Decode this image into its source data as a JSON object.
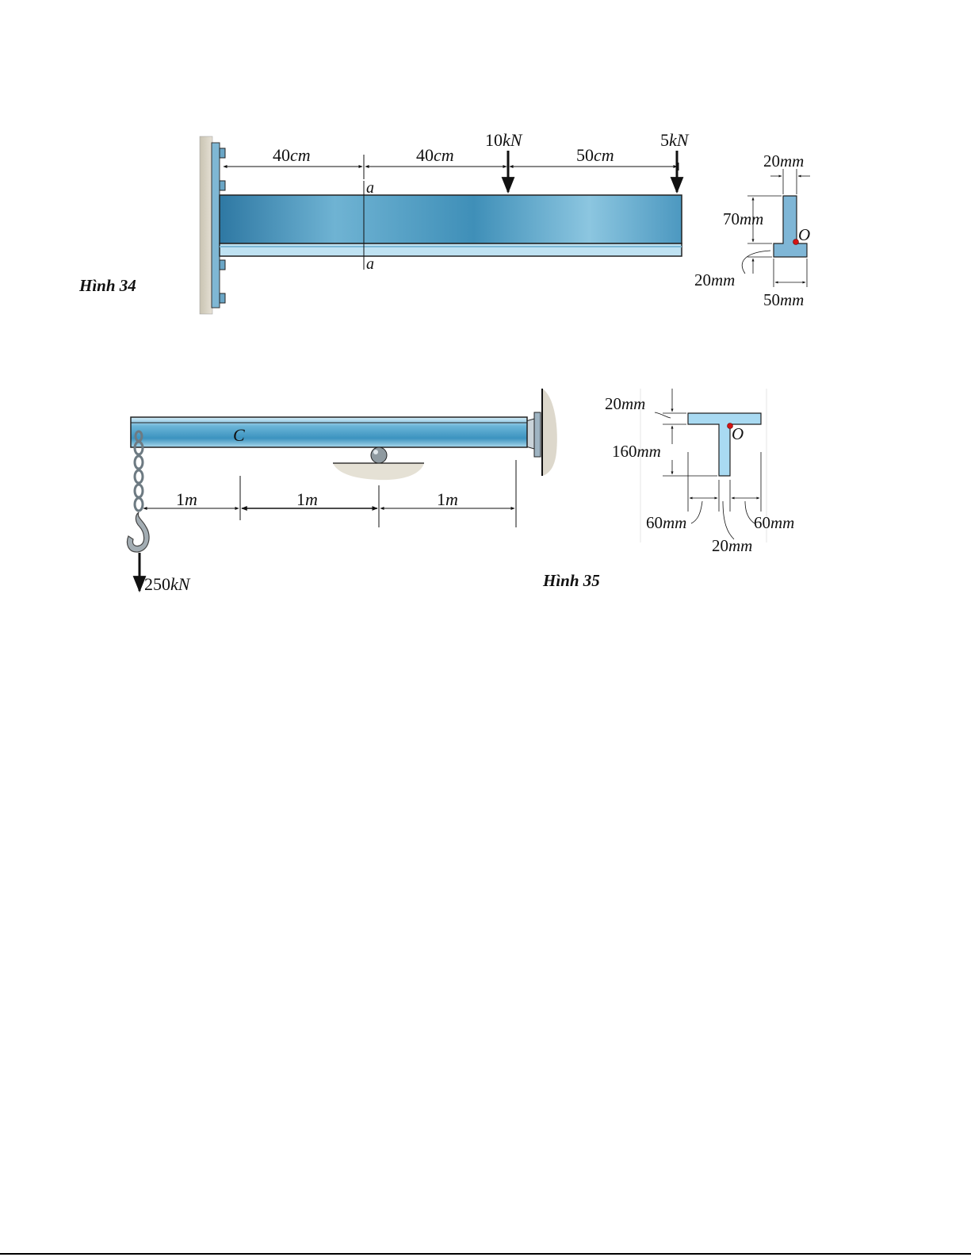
{
  "figure34": {
    "caption": "Hình 34",
    "dims": {
      "d1": "40",
      "d2": "40",
      "d3": "50",
      "unit": "cm"
    },
    "loads": {
      "p1_value": "10",
      "p2_value": "5",
      "unit": "kN"
    },
    "section_mark": "a",
    "cross_section": {
      "top_width": "20",
      "height": "70",
      "flange_thickness": "20",
      "bottom_width": "50",
      "unit": "mm",
      "point": "O"
    }
  },
  "figure35": {
    "caption": "Hình 35",
    "point_c": "C",
    "spans": {
      "s1": "1",
      "s2": "1",
      "s3": "1",
      "unit": "m"
    },
    "load": {
      "value": "250",
      "unit": "kN"
    },
    "cross_section": {
      "flange_thickness": "20",
      "web_height": "160",
      "left_overhang": "60",
      "right_overhang": "60",
      "web_width": "20",
      "unit": "mm",
      "point": "O"
    }
  },
  "colors": {
    "beam": "#5aa3c6",
    "beam_light": "#9fd0e6",
    "section_fill": "#a9daf2",
    "wall": "#d9d4c6",
    "point": "#d21414"
  }
}
